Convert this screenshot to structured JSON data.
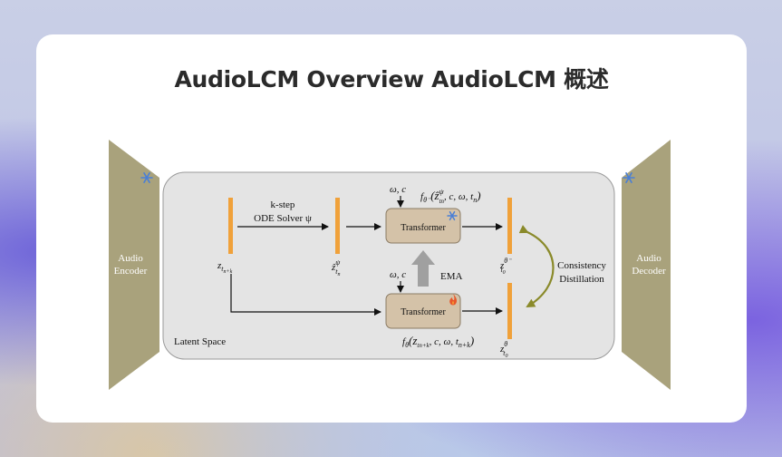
{
  "page": {
    "title": "AudioLCM Overview AudioLCM 概述"
  },
  "diagram": {
    "encoder_label_1": "Audio",
    "encoder_label_2": "Encoder",
    "decoder_label_1": "Audio",
    "decoder_label_2": "Decoder",
    "latent_space_label": "Latent Space",
    "ode_label_1": "k-step",
    "ode_label_2": "ODE Solver ψ",
    "z_start": "z",
    "z_start_sub": "t",
    "z_start_subsub": "n+k",
    "z_hat_label": "ẑ",
    "z_hat_sup": "ψ",
    "z_hat_sub": "t",
    "z_hat_subsub": "n",
    "omega_c_top": "ω, c",
    "omega_c_bottom": "ω, c",
    "f_target_label": "f",
    "f_target_sub": "θ⁻",
    "f_target_args": "(ẑ",
    "f_target_args_sup": "ψ",
    "f_target_args_sub": "tn",
    "f_target_args_rest": ", c, ω, t",
    "f_target_args_rest_sub": "n",
    "f_target_close": ")",
    "f_online_label": "f",
    "f_online_sub": "θ",
    "f_online_args": "(z",
    "f_online_args_sub": "tn+k",
    "f_online_args_rest": ", c, ω, t",
    "f_online_args_rest_sub": "n+k",
    "f_online_close": ")",
    "transformer_top": "Transformer",
    "transformer_bottom": "Transformer",
    "ema_label": "EMA",
    "z_target_label": "z",
    "z_target_sup": "θ⁻",
    "z_target_sub": "t",
    "z_target_subsub": "0",
    "z_online_label": "z",
    "z_online_sup": "θ",
    "z_online_sub": "t",
    "z_online_subsub": "0",
    "consistency_1": "Consistency",
    "consistency_2": "Distillation",
    "frozen_icon": "snowflake-icon",
    "trainable_icon": "flame-icon",
    "colors": {
      "trapezoid": "#a9a27c",
      "latent_bg": "#e3e3e3",
      "transformer": "#d4c2a8",
      "latent_bar": "#f0a13a",
      "arrow_olive": "#8a8a2a",
      "snowflake": "#4a7fd6",
      "flame": "#e8572a"
    }
  }
}
